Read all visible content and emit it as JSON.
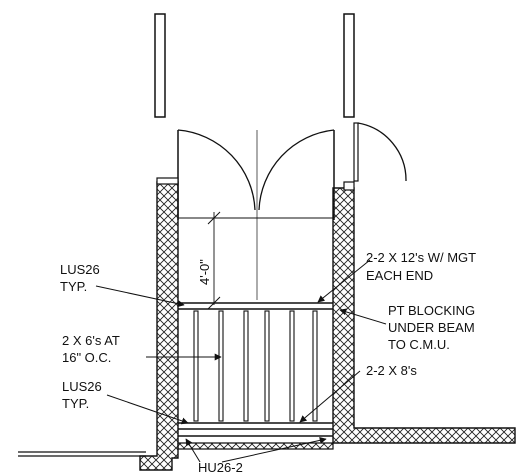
{
  "drawing": {
    "labels": {
      "lus26_upper_line1": "LUS26",
      "lus26_upper_line2": "TYP.",
      "joists_line1": "2 X 6's AT",
      "joists_line2": "16\" O.C.",
      "lus26_lower_line1": "LUS26",
      "lus26_lower_line2": "TYP.",
      "beam_upper_line1": "2-2 X 12's W/ MGT",
      "beam_upper_line2": "EACH END",
      "blocking_line1": "PT BLOCKING",
      "blocking_line2": "UNDER BEAM",
      "blocking_line3": "TO C.M.U.",
      "beam_lower": "2-2 X 8's",
      "hanger_bottom": "HU26-2",
      "dimension": "4'-0\""
    }
  }
}
